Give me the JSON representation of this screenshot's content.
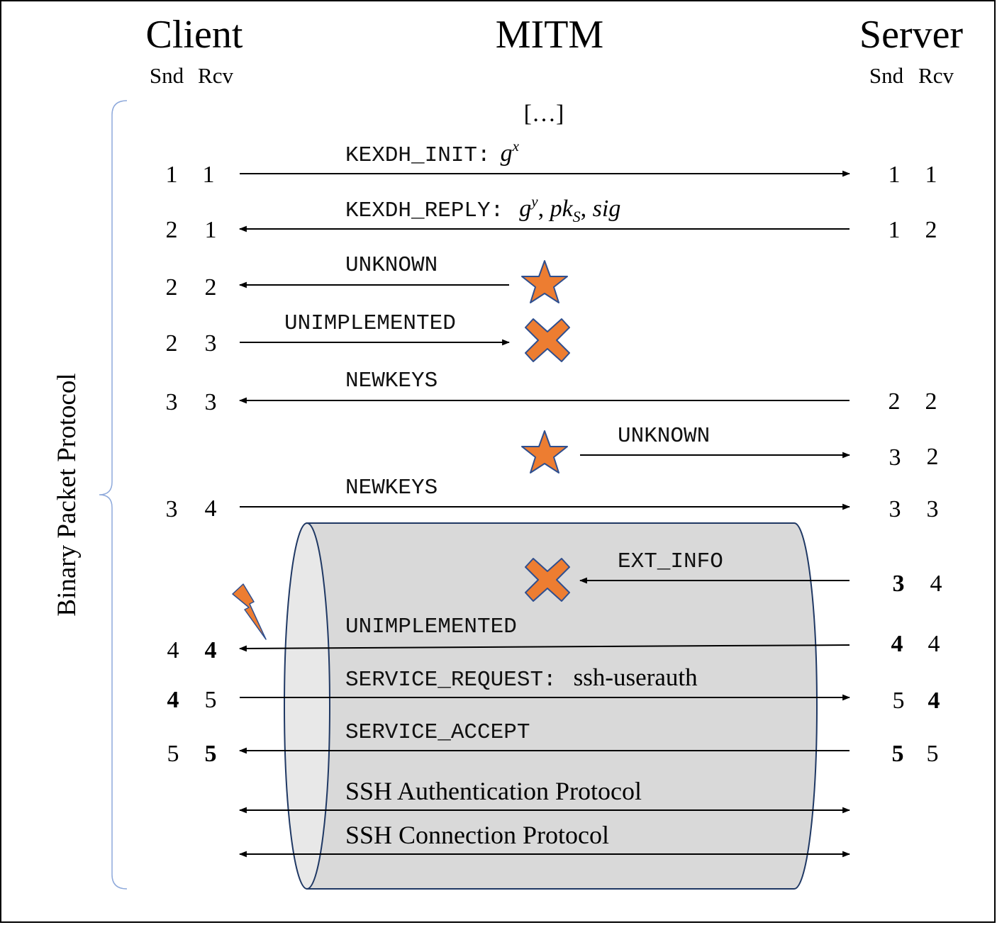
{
  "parties": {
    "client": "Client",
    "mitm": "MITM",
    "server": "Server"
  },
  "counters": {
    "snd": "Snd",
    "rcv": "Rcv"
  },
  "ellipsis": "[…]",
  "side_label": "Binary Packet Protocol",
  "messages": {
    "kexdh_init": {
      "label": "KEXDH_INIT:",
      "g": "g",
      "exp": "x"
    },
    "kexdh_reply": {
      "label": "KEXDH_REPLY:",
      "g": "g",
      "exp": "y",
      "pk": "pk",
      "pk_sub": "S",
      "sig": "sig"
    },
    "unknown_1": "UNKNOWN",
    "unimplemented_1": "UNIMPLEMENTED",
    "newkeys_1": "NEWKEYS",
    "unknown_2": "UNKNOWN",
    "newkeys_2": "NEWKEYS",
    "ext_info": "EXT_INFO",
    "unimplemented_2": "UNIMPLEMENTED",
    "service_request": {
      "label": "SERVICE_REQUEST:",
      "arg": "ssh-userauth"
    },
    "service_accept": "SERVICE_ACCEPT",
    "auth_protocol": "SSH Authentication Protocol",
    "conn_protocol": "SSH Connection Protocol"
  },
  "client_seq": [
    {
      "snd": "1",
      "rcv": "1"
    },
    {
      "snd": "2",
      "rcv": "1"
    },
    {
      "snd": "2",
      "rcv": "2"
    },
    {
      "snd": "2",
      "rcv": "3"
    },
    {
      "snd": "3",
      "rcv": "3"
    },
    {
      "snd": "3",
      "rcv": "4"
    },
    {
      "snd": "4",
      "rcv": "4"
    },
    {
      "snd": "4",
      "rcv": "5"
    },
    {
      "snd": "5",
      "rcv": "5"
    }
  ],
  "server_seq": [
    {
      "snd": "1",
      "rcv": "1"
    },
    {
      "snd": "1",
      "rcv": "2"
    },
    {
      "snd": "2",
      "rcv": "2"
    },
    {
      "snd": "3",
      "rcv": "2"
    },
    {
      "snd": "3",
      "rcv": "3"
    },
    {
      "snd": "3",
      "rcv": "4"
    },
    {
      "snd": "4",
      "rcv": "4"
    },
    {
      "snd": "5",
      "rcv": "4"
    },
    {
      "snd": "5",
      "rcv": "5"
    }
  ],
  "colors": {
    "marker_orange": "#ED7D31",
    "marker_outline": "#2F4F8F",
    "tunnel_fill": "#D9D9D9",
    "tunnel_cap": "#E8E8E8",
    "tunnel_stroke": "#1F3864",
    "brace": "#8EA9DB"
  },
  "icons": [
    "star-icon",
    "cross-icon",
    "lightning-icon"
  ]
}
